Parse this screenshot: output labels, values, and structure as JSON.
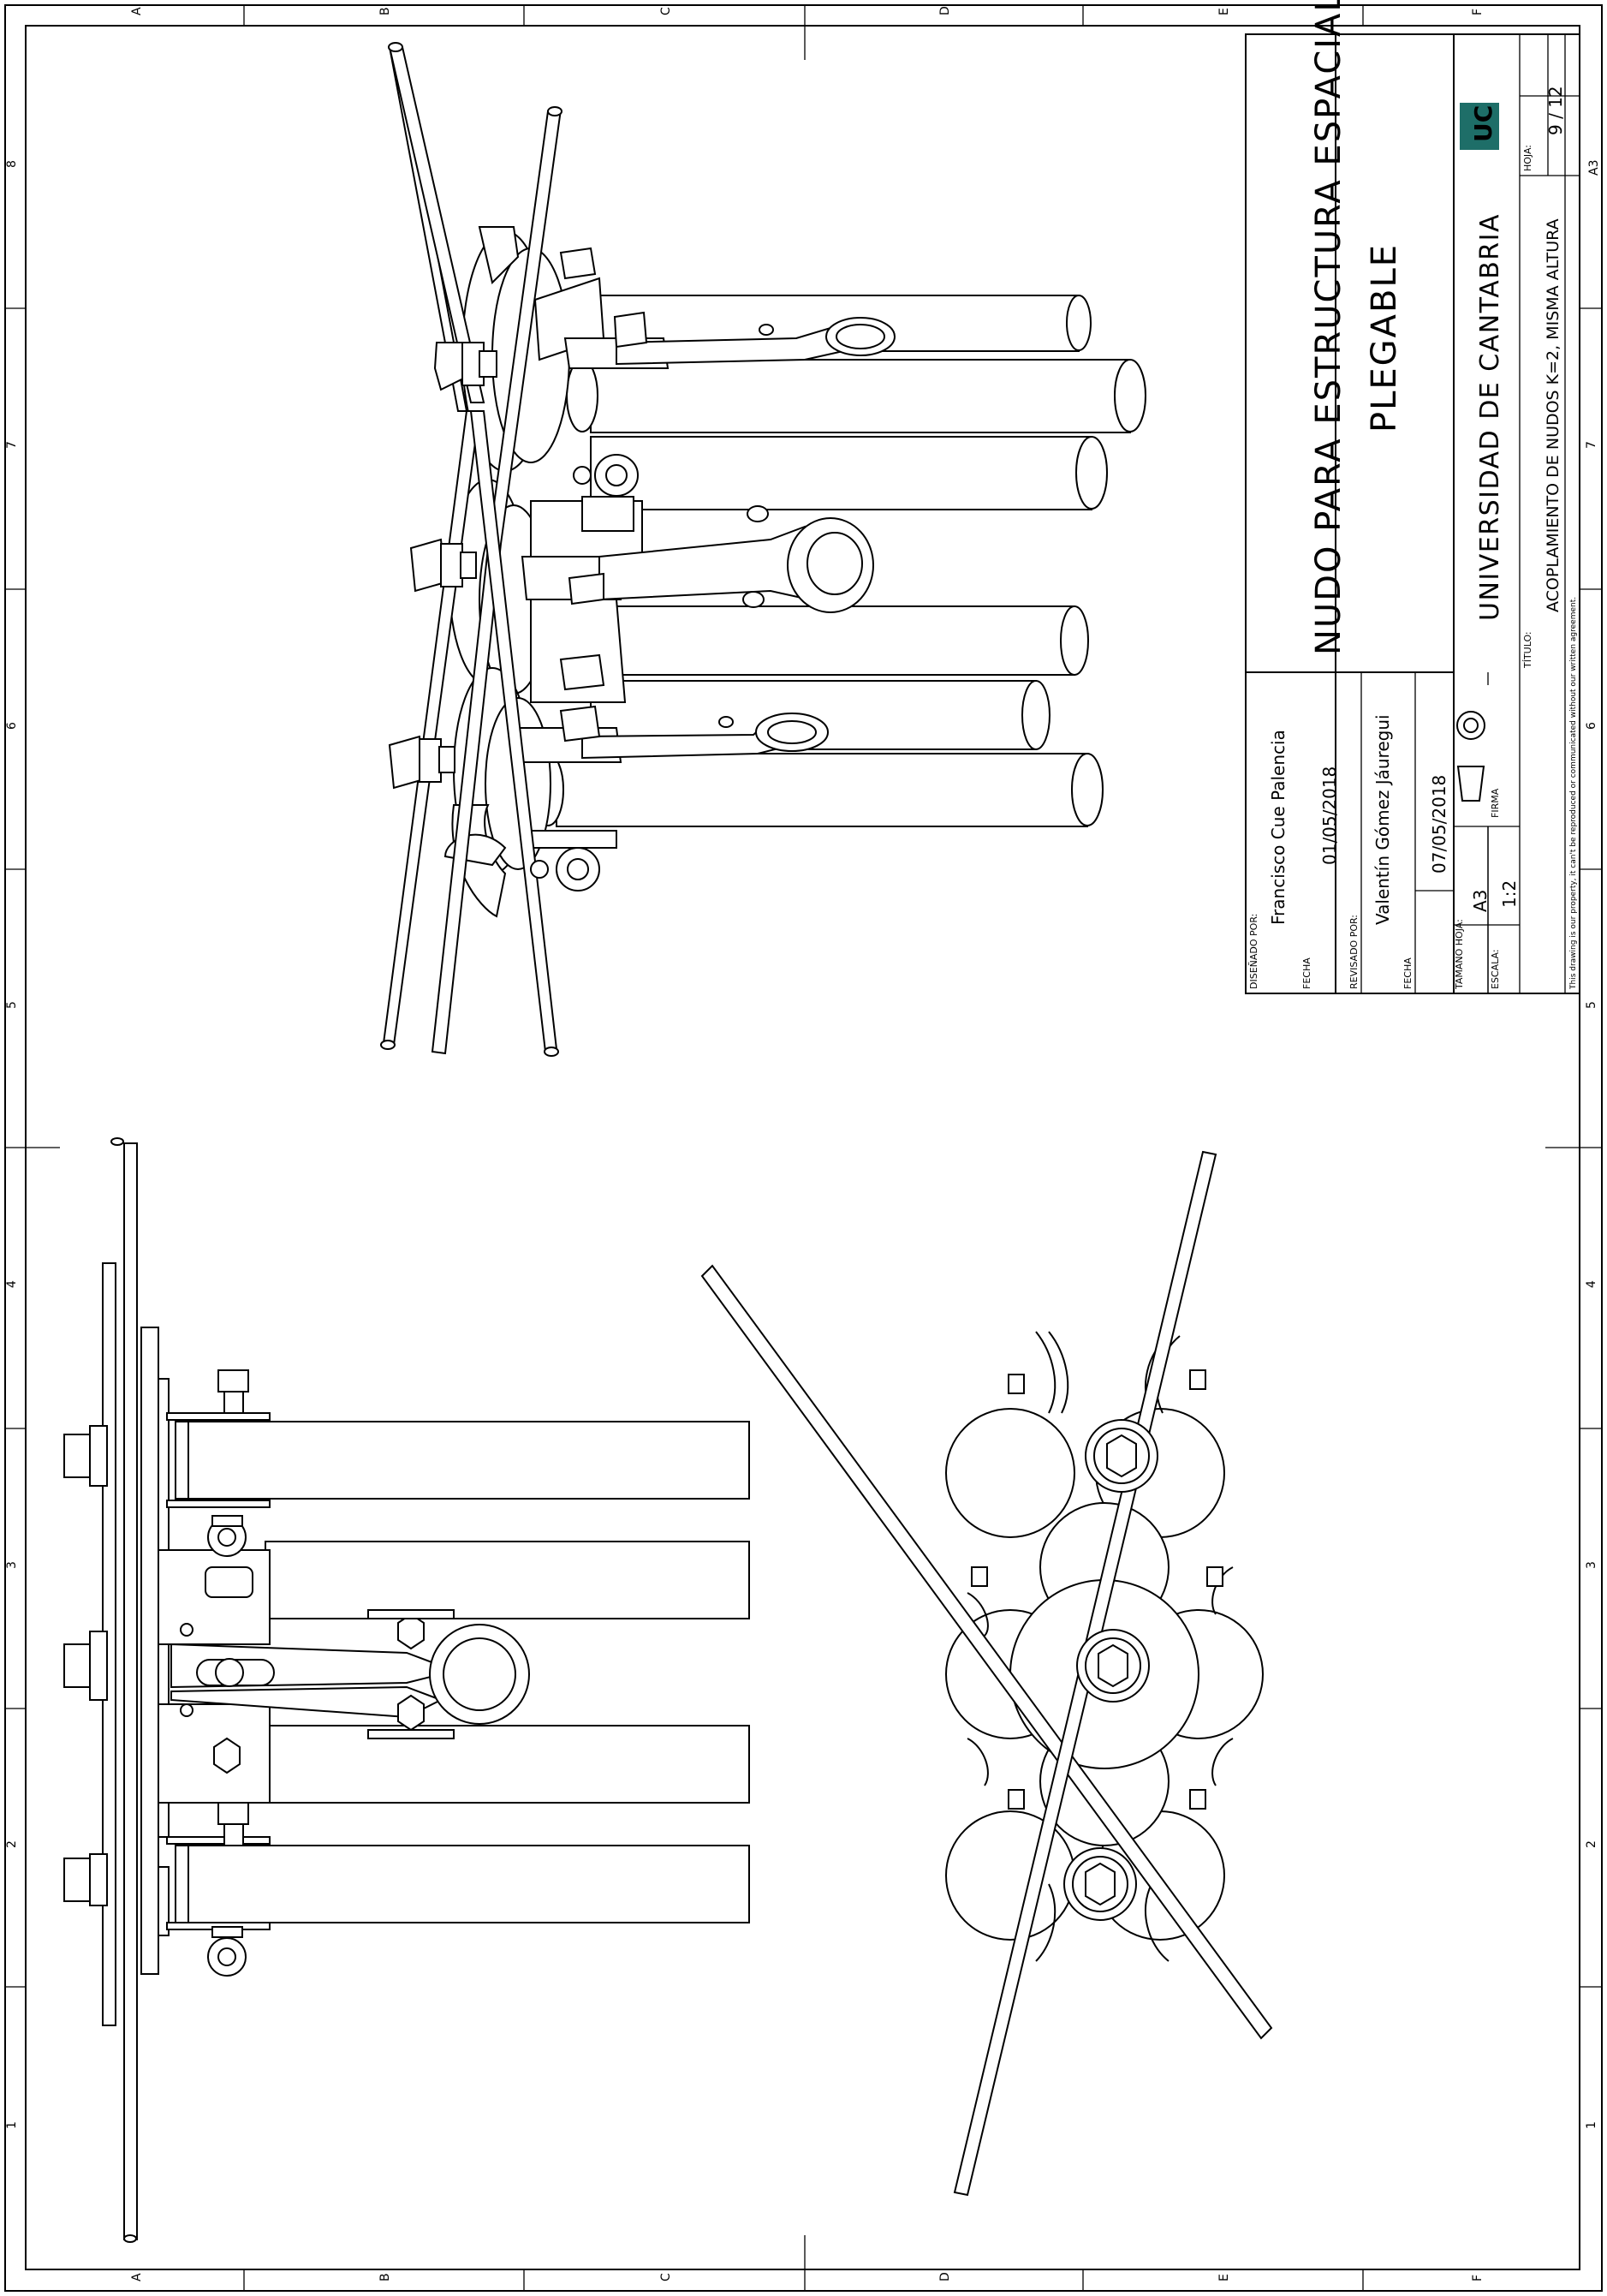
{
  "sheet": {
    "zone_letters": [
      "A",
      "B",
      "C",
      "D",
      "E",
      "F"
    ],
    "zone_numbers": [
      "8",
      "7",
      "6",
      "5",
      "4",
      "3",
      "2",
      "1"
    ],
    "size_label": "A3"
  },
  "title_block": {
    "main_title_line1": "NUDO PARA ESTRUCTURA ESPACIAL",
    "main_title_line2": "PLEGABLE",
    "university": "UNIVERSIDAD DE CANTABRIA",
    "logo_text": "UC",
    "titulo_label": "TÍTULO:",
    "titulo": "ACOPLAMIENTO DE NUDOS K=2, MISMA ALTURA",
    "hoja_label": "HOJA:",
    "hoja": "9  /  12",
    "dibujado_label": "DISEÑADO POR:",
    "dibujado_por": "Francisco Cue Palencia",
    "fecha1_label": "FECHA",
    "fecha1": "01/05/2018",
    "revisado_label": "REVISADO POR:",
    "revisado_por": "Valentín Gómez Jáuregui",
    "fecha2_label": "FECHA",
    "fecha2": "07/05/2018",
    "tamano_label": "TAMAÑO HOJA:",
    "tamano": "A3",
    "escala_label": "ESCALA:",
    "escala": "1:2",
    "firma_label": "FIRMA",
    "disclaimer": "This drawing is our property, it can't be reproduced or communicated without our written agreement."
  },
  "colors": {
    "line": "#000000",
    "paper": "#ffffff",
    "logo": "#1e6e68"
  }
}
